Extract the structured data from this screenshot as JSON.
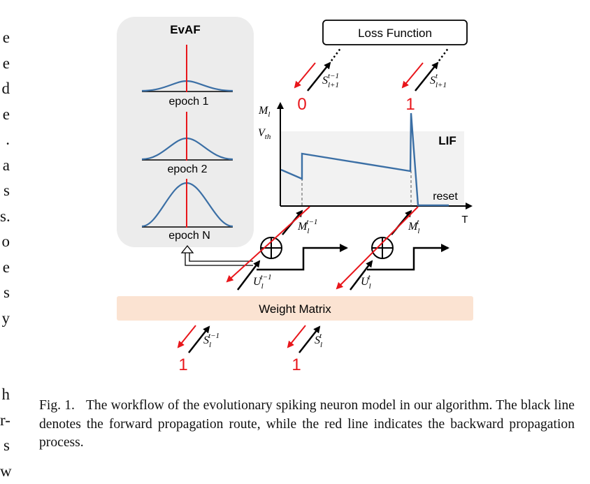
{
  "left_column_letters": [
    "e",
    "e",
    "d",
    "e",
    ".",
    "a",
    "s",
    "s.",
    "o",
    "e",
    "s",
    "y",
    "",
    "h",
    "r-",
    "s",
    "w"
  ],
  "evaf": {
    "title": "EvAF",
    "epochs": [
      "epoch 1",
      "epoch 2",
      "epoch N"
    ]
  },
  "loss_function": "Loss Function",
  "signals": {
    "top_left": {
      "base": "S",
      "sub": "l+1",
      "sup": "t−1"
    },
    "top_right": {
      "base": "S",
      "sub": "l+1",
      "sup": "t"
    },
    "top_left_value": "0",
    "top_right_value": "1",
    "m_left": {
      "base": "M",
      "sub": "l",
      "sup": "t−1"
    },
    "m_right": {
      "base": "M",
      "sub": "l",
      "sup": "t"
    },
    "u_left": {
      "base": "U",
      "sub": "l",
      "sup": "t−1"
    },
    "u_right": {
      "base": "U",
      "sub": "l",
      "sup": "t"
    },
    "bottom_left": {
      "base": "S",
      "sub": "l",
      "sup": "t−1"
    },
    "bottom_right": {
      "base": "S",
      "sub": "l",
      "sup": "t"
    },
    "bottom_left_value": "1",
    "bottom_right_value": "1"
  },
  "lif_plot": {
    "y_label_base": "M",
    "y_label_sub": "l",
    "vth_base": "V",
    "vth_sub": "th",
    "box_label": "LIF",
    "reset_label": "reset",
    "x_label": "T"
  },
  "weight_matrix": "Weight Matrix",
  "caption": {
    "fig_label": "Fig. 1.",
    "text": "The workflow of the evolutionary spiking neuron model in our algorithm. The black line denotes the forward propagation route, while the red line indicates the backward propagation process."
  },
  "colors": {
    "red": "#e8161b",
    "blue": "#3b6fa5",
    "panel": "#ececec",
    "lif_box": "#f2f2f2",
    "weight_matrix": "#fbe3d2"
  }
}
